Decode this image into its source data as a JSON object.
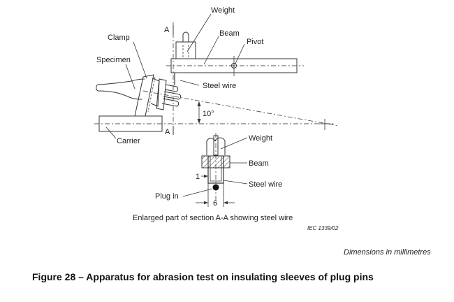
{
  "figure": {
    "title": "Figure 28 – Apparatus for abrasion test on insulating sleeves of plug pins",
    "units_note": "Dimensions in millimetres",
    "reference": "IEC  1339/02",
    "sub_caption": "Enlarged part of section A-A showing steel wire"
  },
  "main_view": {
    "labels": {
      "weight": "Weight",
      "beam": "Beam",
      "pivot": "Pivot",
      "clamp": "Clamp",
      "specimen": "Specimen",
      "steel_wire": "Steel wire",
      "carrier": "Carrier",
      "section_top": "A",
      "section_bottom": "A",
      "angle": "10°"
    }
  },
  "section_view": {
    "labels": {
      "weight": "Weight",
      "beam": "Beam",
      "steel_wire": "Steel wire",
      "plug_in": "Plug in",
      "dim_gap": "1",
      "dim_width": "6"
    }
  }
}
